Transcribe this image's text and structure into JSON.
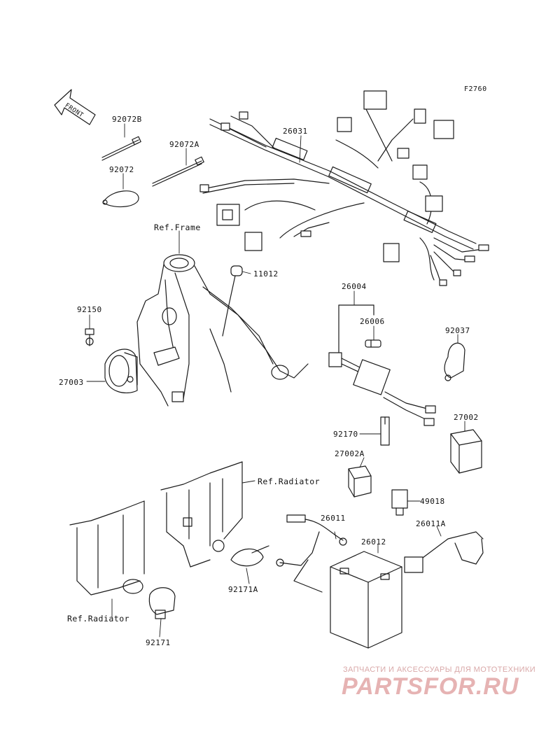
{
  "figure_code": "F2760",
  "front_arrow_label": "FRONT",
  "watermark": {
    "subtitle": "ЗАПЧАСТИ И АКСЕССУАРЫ ДЛЯ МОТОТЕХНИКИ",
    "logo": "PARTSFOR.RU"
  },
  "references": {
    "frame": "Ref.Frame",
    "radiator_top": "Ref.Radiator",
    "radiator_bottom": "Ref.Radiator"
  },
  "parts": {
    "p92072B": "92072B",
    "p92072A": "92072A",
    "p92072": "92072",
    "p26031": "26031",
    "p11012": "11012",
    "p92150": "92150",
    "p27003": "27003",
    "p26004": "26004",
    "p26006": "26006",
    "p92037": "92037",
    "p92170": "92170",
    "p27002": "27002",
    "p27002A": "27002A",
    "p49018": "49018",
    "p26011": "26011",
    "p26011A": "26011A",
    "p26012": "26012",
    "p92171A": "92171A",
    "p92171": "92171"
  }
}
